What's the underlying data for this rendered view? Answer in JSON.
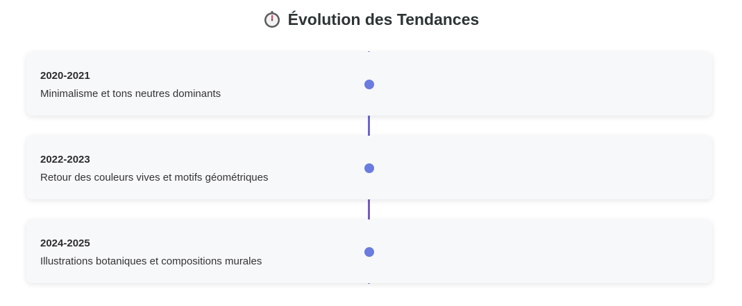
{
  "header": {
    "icon": "stopwatch-icon",
    "title": "Évolution des Tendances"
  },
  "timeline": {
    "items": [
      {
        "period": "2020-2021",
        "description": "Minimalisme et tons neutres dominants"
      },
      {
        "period": "2022-2023",
        "description": "Retour des couleurs vives et motifs géométriques"
      },
      {
        "period": "2024-2025",
        "description": "Illustrations botaniques et compositions murales"
      }
    ]
  },
  "colors": {
    "accent_dot": "#6a7ce0",
    "line_top": "#6a6fd8",
    "line_bottom": "#7b56b0",
    "card_background": "#f7f8fa"
  }
}
